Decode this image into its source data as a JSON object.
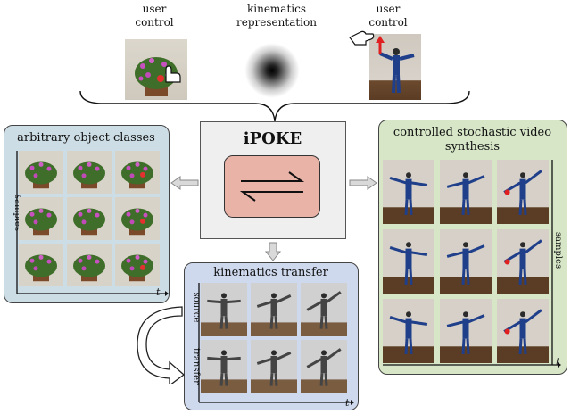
{
  "top": {
    "left_label": "user\ncontrol",
    "center_label": "kinematics\nrepresentation",
    "right_label": "user\ncontrol"
  },
  "center": {
    "title": "iPOKE"
  },
  "left_panel": {
    "title": "arbitrary object classes",
    "y_label": "samples",
    "x_label": "t"
  },
  "right_panel": {
    "title_line1": "controlled stochastic video",
    "title_line2": "synthesis",
    "y_label": "samples",
    "x_label": "t"
  },
  "bottom_panel": {
    "title": "kinematics transfer",
    "row1_label": "source",
    "row2_label": "transfer",
    "x_label": "t"
  },
  "colors": {
    "left_panel_bg": "#cddde6",
    "right_panel_bg": "#d6e6c7",
    "bottom_panel_bg": "#cfd9ee",
    "center_bg": "#efefef",
    "inner_bg": "#eab3a8",
    "arrow": "#d9d9d9"
  }
}
